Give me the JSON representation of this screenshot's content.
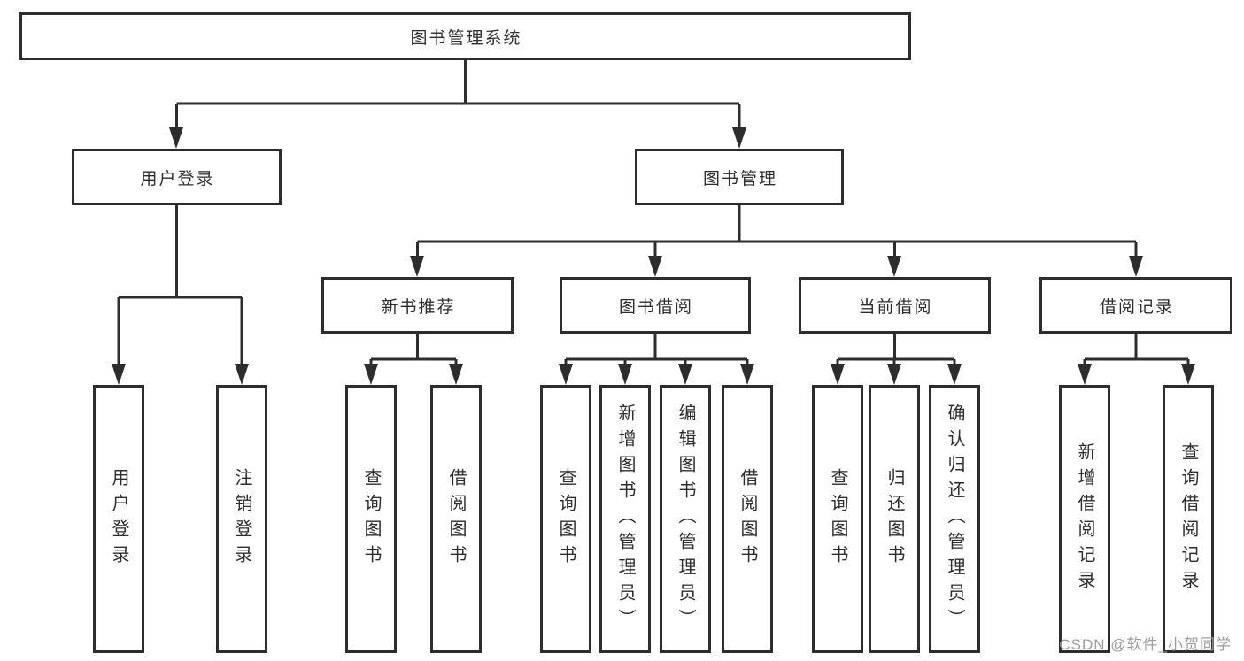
{
  "diagram": {
    "type": "hierarchy-tree",
    "colors": {
      "line": "#2d2d2d",
      "box_border": "#2d2d2d",
      "box_fill": "#ffffff",
      "text": "#2d2d2d",
      "background": "#ffffff",
      "watermark": "#9e9e9e"
    },
    "tree": {
      "root": "图书管理系统",
      "branches": [
        "用户登录",
        "图书管理"
      ],
      "modules": [
        "新书推荐",
        "图书借阅",
        "当前借阅",
        "借阅记录"
      ],
      "functions": [
        "用户登录",
        "注销登录",
        "查询图书",
        "借阅图书",
        "查询图书",
        "新增图书（管理员）",
        "编辑图书（管理员）",
        "借阅图书",
        "查询图书",
        "归还图书",
        "确认归还（管理员）",
        "新增借阅记录",
        "查询借阅记录"
      ]
    }
  },
  "watermark": {
    "text": "CSDN @软件_小贺同学"
  }
}
